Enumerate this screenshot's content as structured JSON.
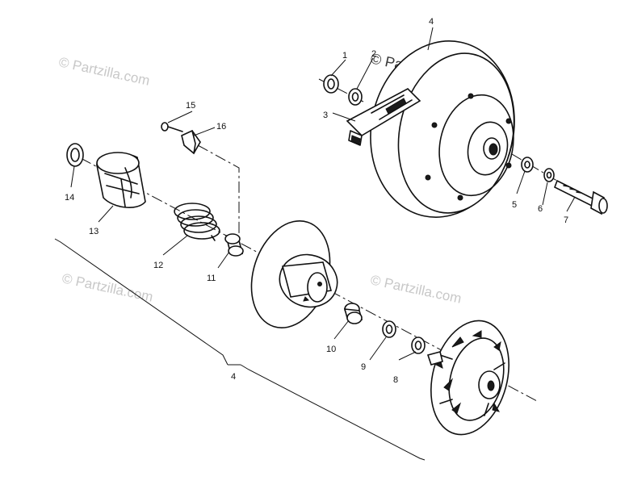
{
  "watermark": {
    "text": "© Partzilla.com",
    "text_dark": "© Partzilla.com"
  },
  "callouts": {
    "c1": "1",
    "c2": "2",
    "c3": "3",
    "c4_top": "4",
    "c4_bracket": "4",
    "c5": "5",
    "c6": "6",
    "c7": "7",
    "c8": "8",
    "c9": "9",
    "c10": "10",
    "c11": "11",
    "c12": "12",
    "c13": "13",
    "c14": "14",
    "c15": "15",
    "c16": "16"
  }
}
